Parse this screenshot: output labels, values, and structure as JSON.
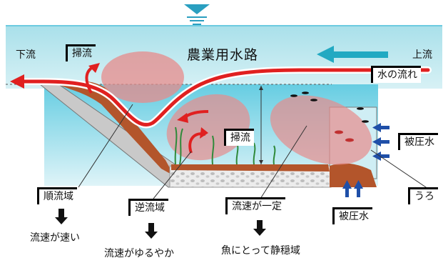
{
  "diagram": {
    "canal_title": "農業用水路",
    "downstream": "下流",
    "upstream": "上流",
    "water_flow": "水の流れ",
    "sweep_flow_top": "掃流",
    "sweep_flow_mid": "掃流",
    "forward_zone": "順流域",
    "forward_result": "流速が速い",
    "reverse_zone": "逆流域",
    "reverse_result": "流速がゆるやか",
    "constant_zone": "流速が一定",
    "constant_result": "魚にとって静穏域",
    "uplift_right": "被圧水",
    "uplift_bottom": "被圧水",
    "hollow": "うろ"
  },
  "colors": {
    "water_top": "#aee3ec",
    "water_bottom": "#d4f0f4",
    "channel_water": "#7fd3e4",
    "flow_arrow": "#e02020",
    "teal_arrow": "#22a9c2",
    "uplift_arrow": "#1f4fa8",
    "eddy": "#e89090",
    "slope": "#c8c8c8",
    "soil": "#b0522a"
  }
}
